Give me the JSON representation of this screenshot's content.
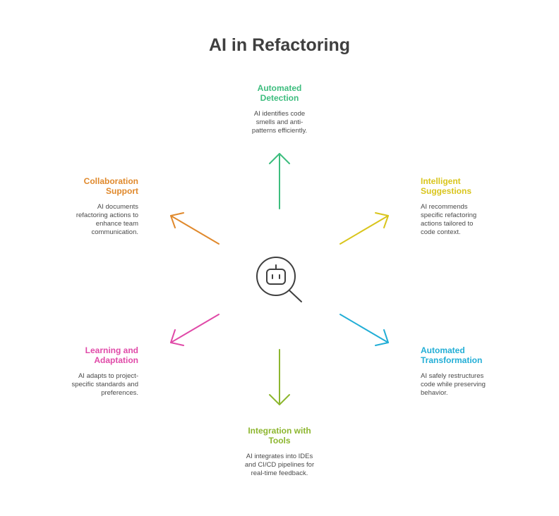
{
  "title": "AI in Refactoring",
  "center_icon": "robot-magnifier-icon",
  "nodes": [
    {
      "id": "automated-detection",
      "title_line1": "Automated",
      "title_line2": "Detection",
      "desc_lines": [
        "AI identifies code",
        "smells and anti-",
        "patterns efficiently."
      ],
      "color": "#3dbd7e"
    },
    {
      "id": "intelligent-suggestions",
      "title_line1": "Intelligent",
      "title_line2": "Suggestions",
      "desc_lines": [
        "AI recommends",
        "specific refactoring",
        "actions tailored to",
        "code context."
      ],
      "color": "#d9c51c"
    },
    {
      "id": "automated-transformation",
      "title_line1": "Automated",
      "title_line2": "Transformation",
      "desc_lines": [
        "AI safely restructures",
        "code while preserving",
        "behavior."
      ],
      "color": "#22aed6"
    },
    {
      "id": "integration-with-tools",
      "title_line1": "Integration with",
      "title_line2": "Tools",
      "desc_lines": [
        "AI integrates into IDEs",
        "and CI/CD pipelines for",
        "real-time feedback."
      ],
      "color": "#8db62f"
    },
    {
      "id": "learning-and-adaptation",
      "title_line1": "Learning and",
      "title_line2": "Adaptation",
      "desc_lines": [
        "AI adapts to project-",
        "specific standards and",
        "preferences."
      ],
      "color": "#e04aa8"
    },
    {
      "id": "collaboration-support",
      "title_line1": "Collaboration",
      "title_line2": "Support",
      "desc_lines": [
        "AI documents",
        "refactoring actions to",
        "enhance team",
        "communication."
      ],
      "color": "#e0892c"
    }
  ]
}
